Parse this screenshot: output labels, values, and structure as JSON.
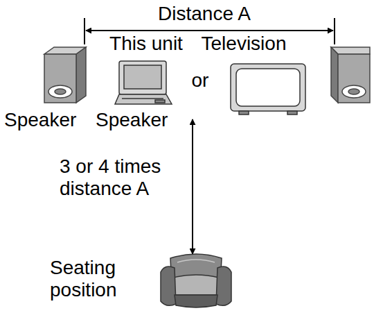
{
  "diagram": {
    "labels": [
      "Distance A",
      "This unit",
      "Television",
      "or",
      "Speaker",
      "Speaker",
      "3 or 4 times distance A",
      "Seating position"
    ]
  }
}
